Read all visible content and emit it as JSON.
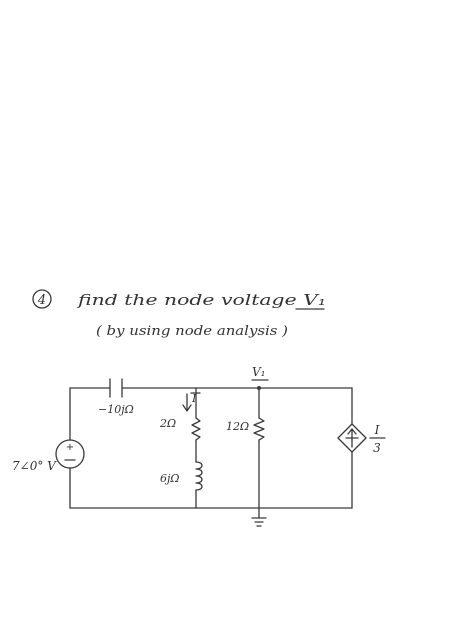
{
  "problem": {
    "number": "4",
    "line1": "find the node voltage V₁",
    "line2": "( by using node analysis )"
  },
  "circuit": {
    "node_label": "V₁",
    "current_label": "I",
    "source_label": "7∠0° V",
    "source_signs": "+ −",
    "capacitor_label": "−10jΩ",
    "resistor_2_label": "2Ω",
    "inductor_label": "6jΩ",
    "resistor_12_label": "12Ω",
    "dependent_source_label": "I/3",
    "dependent_numerator": "I",
    "dependent_denominator": "3"
  },
  "colors": {
    "ink": "#3a3a3a",
    "paper": "#ffffff"
  },
  "icons": [
    "ac-voltage-source-icon",
    "capacitor-icon",
    "resistor-icon",
    "inductor-icon",
    "dependent-current-source-icon",
    "ground-icon",
    "node-dot-icon",
    "current-arrow-icon"
  ]
}
